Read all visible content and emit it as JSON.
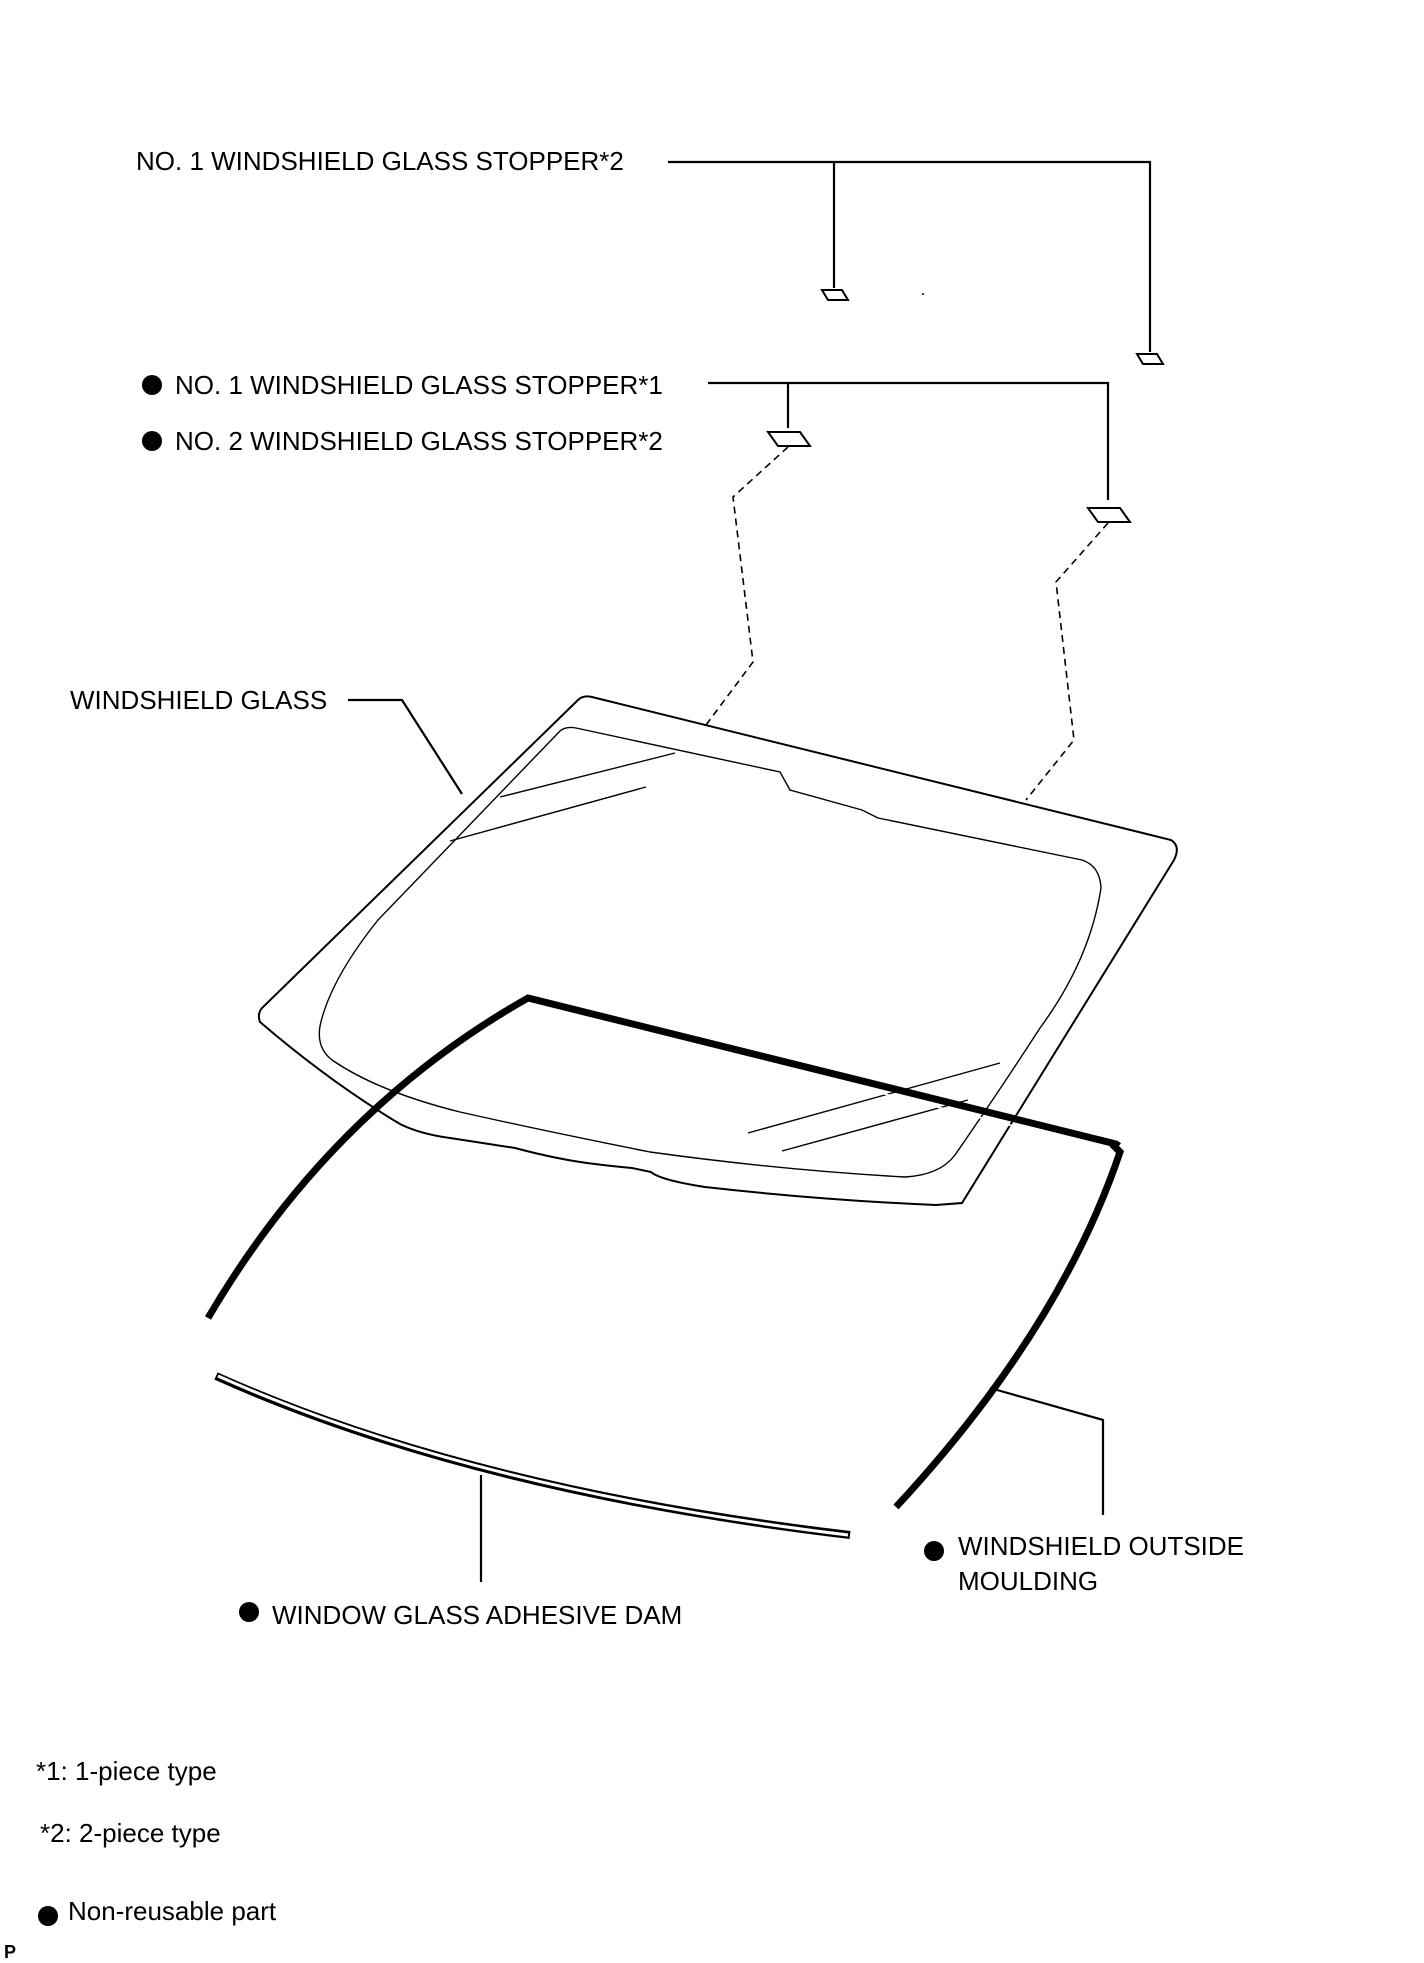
{
  "labels": {
    "stopper_no1_2pc": "NO. 1 WINDSHIELD GLASS STOPPER*2",
    "stopper_no1_1pc": "NO. 1 WINDSHIELD GLASS STOPPER*1",
    "stopper_no2_2pc": "NO. 2 WINDSHIELD GLASS STOPPER*2",
    "windshield_glass": "WINDSHIELD GLASS",
    "outside_moulding_line1": "WINDSHIELD OUTSIDE",
    "outside_moulding_line2": "MOULDING",
    "adhesive_dam": "WINDOW GLASS ADHESIVE DAM"
  },
  "notes": {
    "one_piece": "*1: 1-piece type",
    "two_piece": "*2: 2-piece type",
    "non_reusable": "Non-reusable part"
  },
  "corner_mark": "P",
  "icons": {
    "non_reusable_marker": "filled-circle-icon"
  },
  "colors": {
    "ink": "#000000",
    "background": "#ffffff"
  }
}
